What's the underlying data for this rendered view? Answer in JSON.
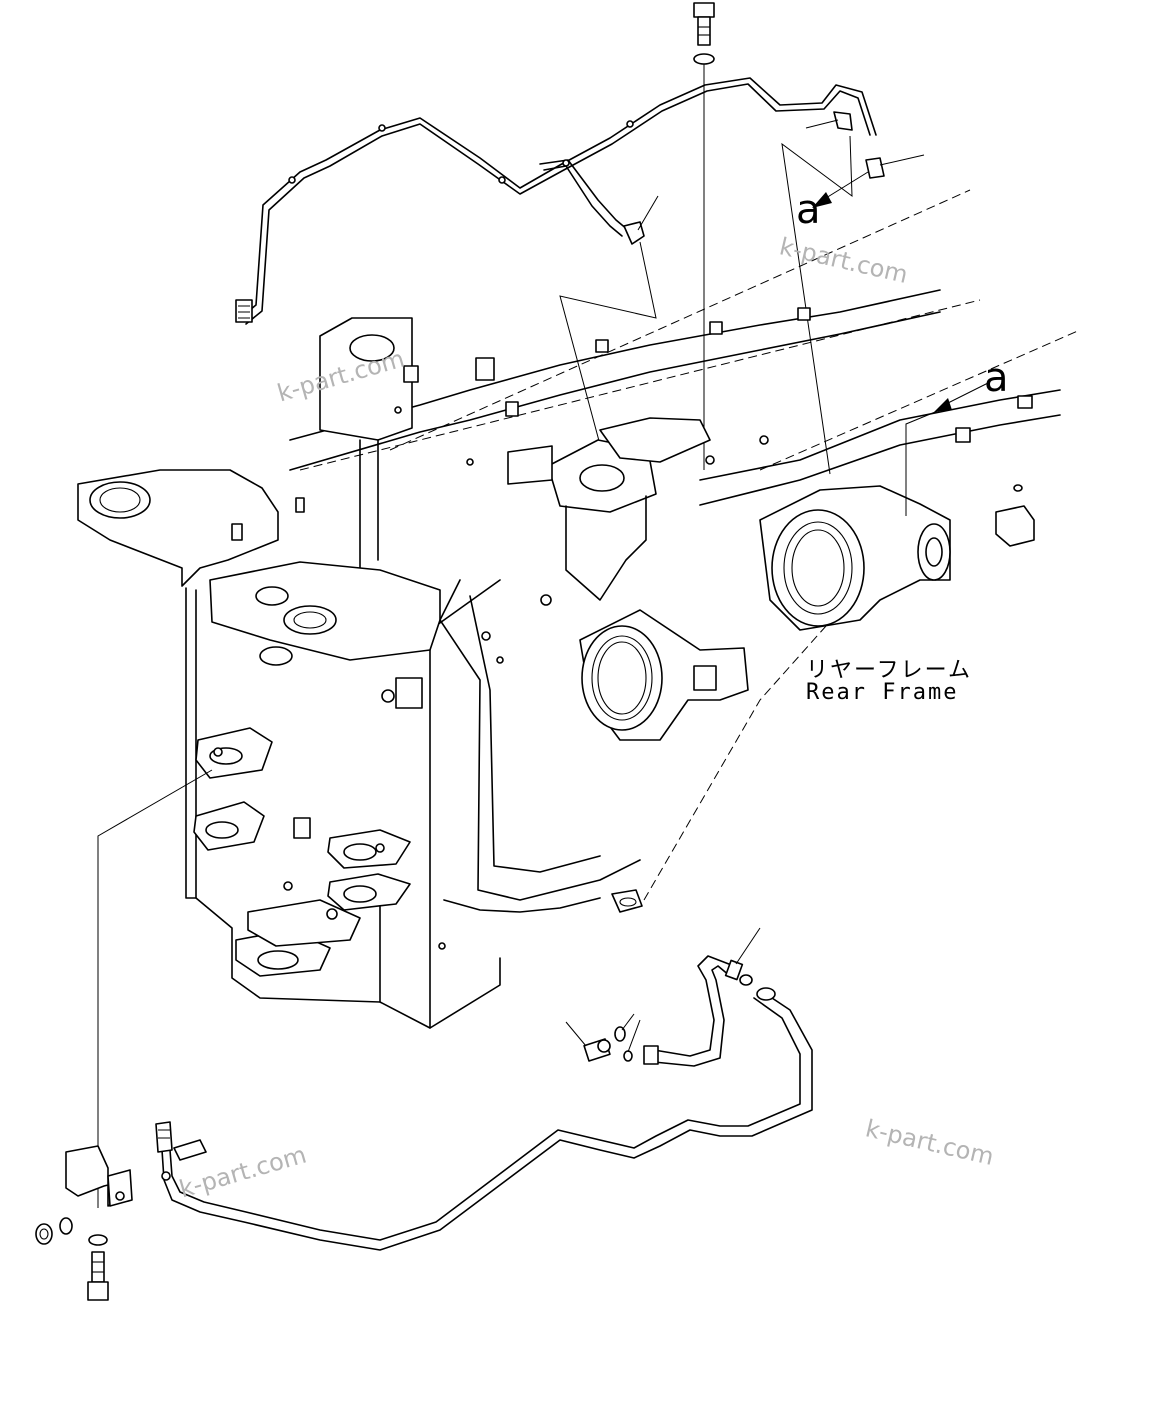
{
  "labels": {
    "rear_frame_jp": "リヤーフレーム",
    "rear_frame_en": "Rear Frame",
    "callout_a": "a"
  },
  "watermark": {
    "text": "k-part.com"
  },
  "colors": {
    "line": "#000000",
    "watermark": "#b4b4b4",
    "background": "#ffffff"
  }
}
